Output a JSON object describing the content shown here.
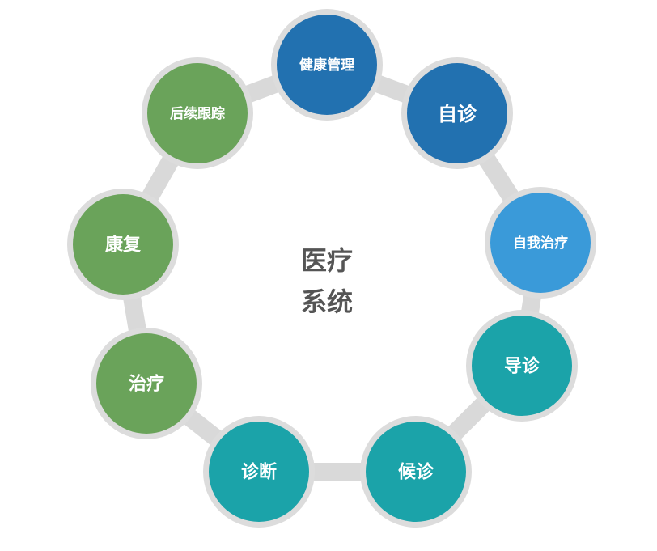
{
  "center": {
    "line1": "医疗",
    "line2": "系统"
  },
  "colors": {
    "ring": "#d9d9d9",
    "halo": "#dcdcdc",
    "center_text": "#555555",
    "dark_blue": "#2271b0",
    "light_blue": "#3a9ad9",
    "teal": "#1ba3a9",
    "green": "#6aa35a"
  },
  "nodes": [
    {
      "id": "health-management",
      "label": "健康管理",
      "color": "#2271b0"
    },
    {
      "id": "self-diagnosis",
      "label": "自诊",
      "color": "#2271b0"
    },
    {
      "id": "self-treatment",
      "label": "自我治疗",
      "color": "#3a9ad9"
    },
    {
      "id": "guided-diagnosis",
      "label": "导诊",
      "color": "#1ba3a9"
    },
    {
      "id": "waiting",
      "label": "候诊",
      "color": "#1ba3a9"
    },
    {
      "id": "diagnosis",
      "label": "诊断",
      "color": "#1ba3a9"
    },
    {
      "id": "treatment",
      "label": "治疗",
      "color": "#6aa35a"
    },
    {
      "id": "rehabilitation",
      "label": "康复",
      "color": "#6aa35a"
    },
    {
      "id": "follow-up",
      "label": "后续跟踪",
      "color": "#6aa35a"
    }
  ]
}
